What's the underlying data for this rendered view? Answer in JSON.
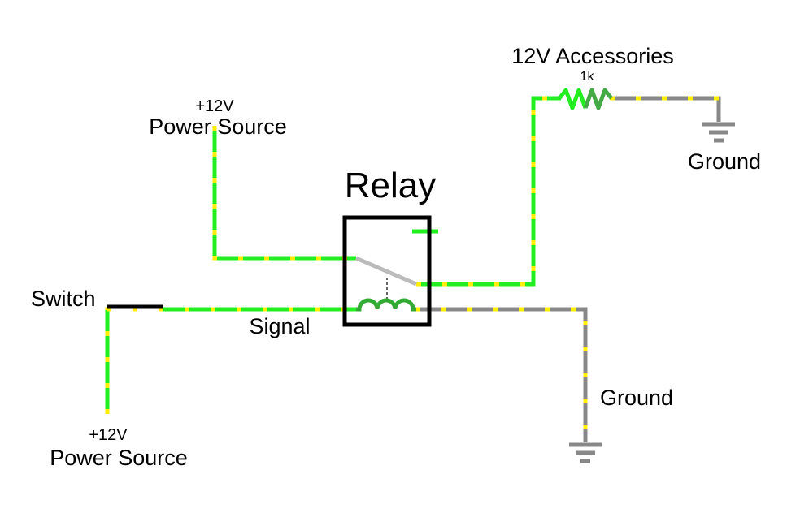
{
  "labels": {
    "relay": "Relay",
    "accessories": "12V Accessories",
    "resistor_value": "1k",
    "ground_top": "Ground",
    "ground_bottom": "Ground",
    "power_top_voltage": "+12V",
    "power_top_name": "Power Source",
    "power_bottom_voltage": "+12V",
    "power_bottom_name": "Power Source",
    "switch": "Switch",
    "signal": "Signal"
  },
  "colors": {
    "wire_active": "#22ee22",
    "wire_inactive": "#888888",
    "current_dots": "#ffee00",
    "coil": "#33aa33",
    "switch_arm": "#bbbbbb"
  },
  "components": [
    {
      "type": "relay",
      "icon": "relay-icon"
    },
    {
      "type": "resistor",
      "icon": "resistor-icon"
    },
    {
      "type": "switch",
      "icon": "switch-icon"
    },
    {
      "type": "ground",
      "icon": "ground-icon"
    },
    {
      "type": "ground",
      "icon": "ground-icon"
    },
    {
      "type": "power-source",
      "icon": "power-source-icon"
    },
    {
      "type": "power-source",
      "icon": "power-source-icon"
    }
  ]
}
